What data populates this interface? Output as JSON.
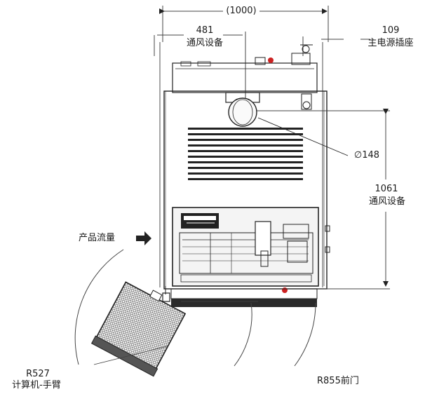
{
  "dimensions": {
    "top_width": "(1000)",
    "left_vent": {
      "value": "481",
      "label": "通风设备"
    },
    "right_power": {
      "value": "109",
      "label": "主电源插座"
    },
    "vent_height": {
      "value": "1061",
      "label": "通风设备"
    },
    "duct_diameter": "∅148"
  },
  "annotations": {
    "product_flow": "产品流量",
    "arm_radius": {
      "value": "R527",
      "label": "计算机-手臂"
    },
    "door_radius": "R855前门"
  },
  "colors": {
    "line": "#222222",
    "accent_red": "#cc2222",
    "panel_fill": "#f4f4f4"
  }
}
